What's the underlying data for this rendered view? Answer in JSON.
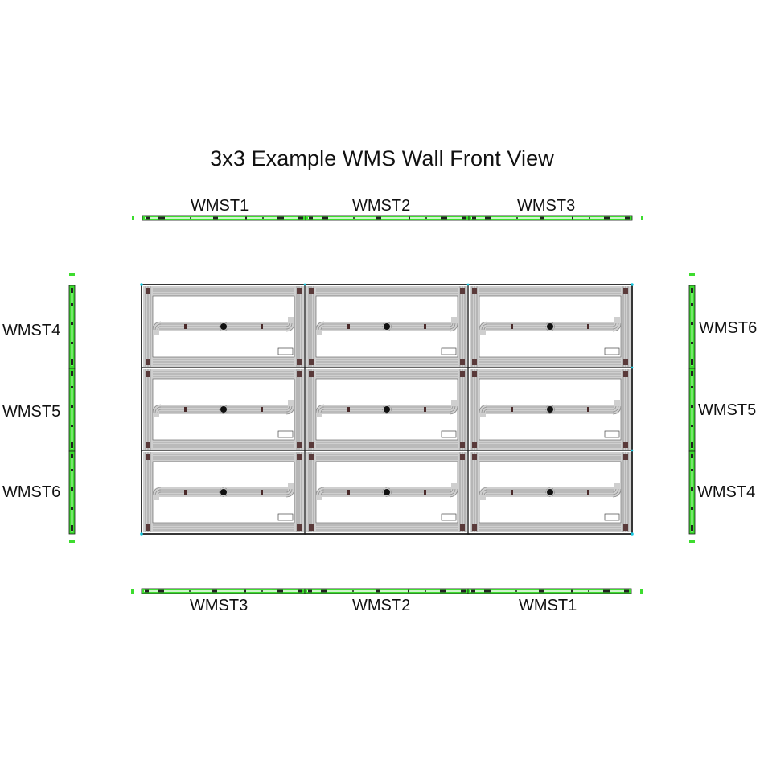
{
  "title": "3x3 Example WMS Wall Front View",
  "colors": {
    "rail_green": "#3ddc2f",
    "rail_outline": "#1a1a1a",
    "frame_gray": "#c8c8c8",
    "frame_line": "#333333",
    "corner_marker": "#18c8e0",
    "background": "#ffffff"
  },
  "top_rail": {
    "labels": [
      "WMST1",
      "WMST2",
      "WMST3"
    ]
  },
  "bottom_rail": {
    "labels": [
      "WMST3",
      "WMST2",
      "WMST1"
    ]
  },
  "left_rail": {
    "labels": [
      "WMST4",
      "WMST5",
      "WMST6"
    ]
  },
  "right_rail": {
    "labels": [
      "WMST6",
      "WMST5",
      "WMST4"
    ]
  },
  "wall": {
    "rows": 3,
    "columns": 3
  }
}
